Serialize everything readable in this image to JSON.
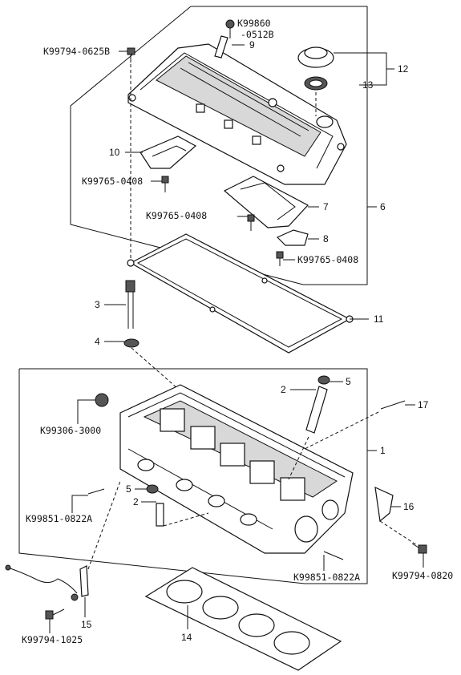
{
  "callouts": {
    "c1": "1",
    "c2a": "2",
    "c2b": "2",
    "c3": "3",
    "c4": "4",
    "c5a": "5",
    "c5b": "5",
    "c6": "6",
    "c7": "7",
    "c8": "8",
    "c9": "9",
    "c10": "10",
    "c11": "11",
    "c12": "12",
    "c13": "13",
    "c14": "14",
    "c15": "15",
    "c16": "16",
    "c17": "17"
  },
  "part_numbers": {
    "k99794_0625b": "K99794-0625B",
    "k99860_a": "K99860",
    "k99860_b": "-0512B",
    "k99765_0408_a": "K99765-0408",
    "k99765_0408_b": "K99765-0408",
    "k99765_0408_c": "K99765-0408",
    "k99306_3000": "K99306-3000",
    "k99851_0822a_a": "K99851-0822A",
    "k99851_0822a_b": "K99851-0822A",
    "k99794_0820": "K99794-0820",
    "k99794_1025": "K99794-1025"
  }
}
